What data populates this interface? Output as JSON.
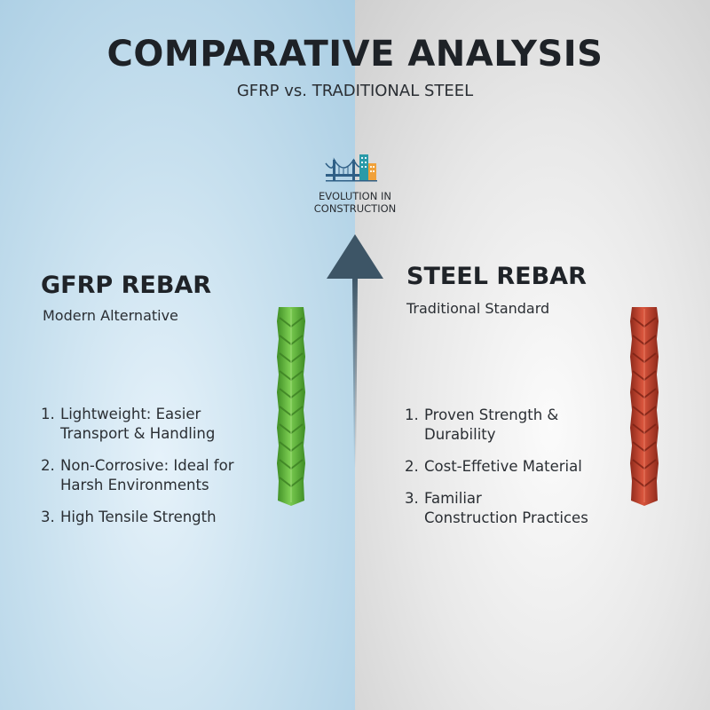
{
  "header": {
    "title": "COMPARATIVE ANALYSIS",
    "subtitle": "GFRP vs. TRADITIONAL STEEL"
  },
  "badge": {
    "icon": "bridge-and-building-icon",
    "label": "EVOLUTION IN\nCONSTRUCTION"
  },
  "gfrp": {
    "title": "GFRP REBAR",
    "subtitle": "Modern Alternative",
    "color": "#5cae3a",
    "items": [
      {
        "num": "1.",
        "text": "Lightweight: Easier\nTransport & Handling"
      },
      {
        "num": "2.",
        "text": "Non-Corrosive: Ideal for\nHarsh Environments"
      },
      {
        "num": "3.",
        "text": "High Tensile Strength"
      }
    ]
  },
  "steel": {
    "title": "STEEL REBAR",
    "subtitle": "Traditional Standard",
    "color": "#c8432e",
    "items": [
      {
        "num": "1.",
        "text": "Proven Strength &\nDurability"
      },
      {
        "num": "2.",
        "text": "Cost-Effetive Material"
      },
      {
        "num": "3.",
        "text": "Familiar\nConstruction Practices"
      }
    ]
  },
  "colors": {
    "arrow": "#3d5566",
    "title": "#1e2227"
  }
}
